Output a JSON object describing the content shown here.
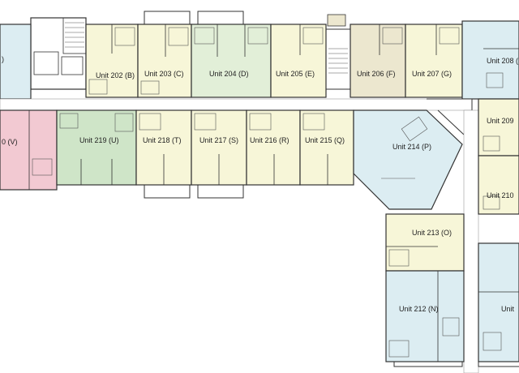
{
  "units": [
    {
      "id": "u202",
      "label": "Unit 202 (B)",
      "color": "#f7f6d8"
    },
    {
      "id": "u203",
      "label": "Unit 203 (C)",
      "color": "#f7f6d8"
    },
    {
      "id": "u204",
      "label": "Unit 204 (D)",
      "color": "#e2efd8"
    },
    {
      "id": "u205",
      "label": "Unit 205 (E)",
      "color": "#f7f6d8"
    },
    {
      "id": "u206",
      "label": "Unit 206 (F)",
      "color": "#ece7cf"
    },
    {
      "id": "u207",
      "label": "Unit 207 (G)",
      "color": "#f7f6d8"
    },
    {
      "id": "u208",
      "label": "Unit 208 (",
      "color": "#dcedf2"
    },
    {
      "id": "u209",
      "label": "Unit 209",
      "color": "#f7f6d8"
    },
    {
      "id": "u210",
      "label": "Unit 210",
      "color": "#f7f6d8"
    },
    {
      "id": "u212",
      "label": "Unit 212 (N)",
      "color": "#dcedf2"
    },
    {
      "id": "u213",
      "label": "Unit 213 (O)",
      "color": "#f7f6d8"
    },
    {
      "id": "u214",
      "label": "Unit 214 (P)",
      "color": "#dcedf2"
    },
    {
      "id": "u215",
      "label": "Unit 215 (Q)",
      "color": "#f7f6d8"
    },
    {
      "id": "u216",
      "label": "Unit 216 (R)",
      "color": "#f7f6d8"
    },
    {
      "id": "u217",
      "label": "Unit 217 (S)",
      "color": "#f7f6d8"
    },
    {
      "id": "u218",
      "label": "Unit 218 (T)",
      "color": "#f7f6d8"
    },
    {
      "id": "u219",
      "label": "Unit 219 (U)",
      "color": "#cfe5c8"
    },
    {
      "id": "u220",
      "label": "0 (V)",
      "color": "#f2c9d2"
    },
    {
      "id": "u201",
      "label": ")",
      "color": "#dcedf2"
    },
    {
      "id": "u211",
      "label": "Unit",
      "color": "#dcedf2"
    }
  ]
}
